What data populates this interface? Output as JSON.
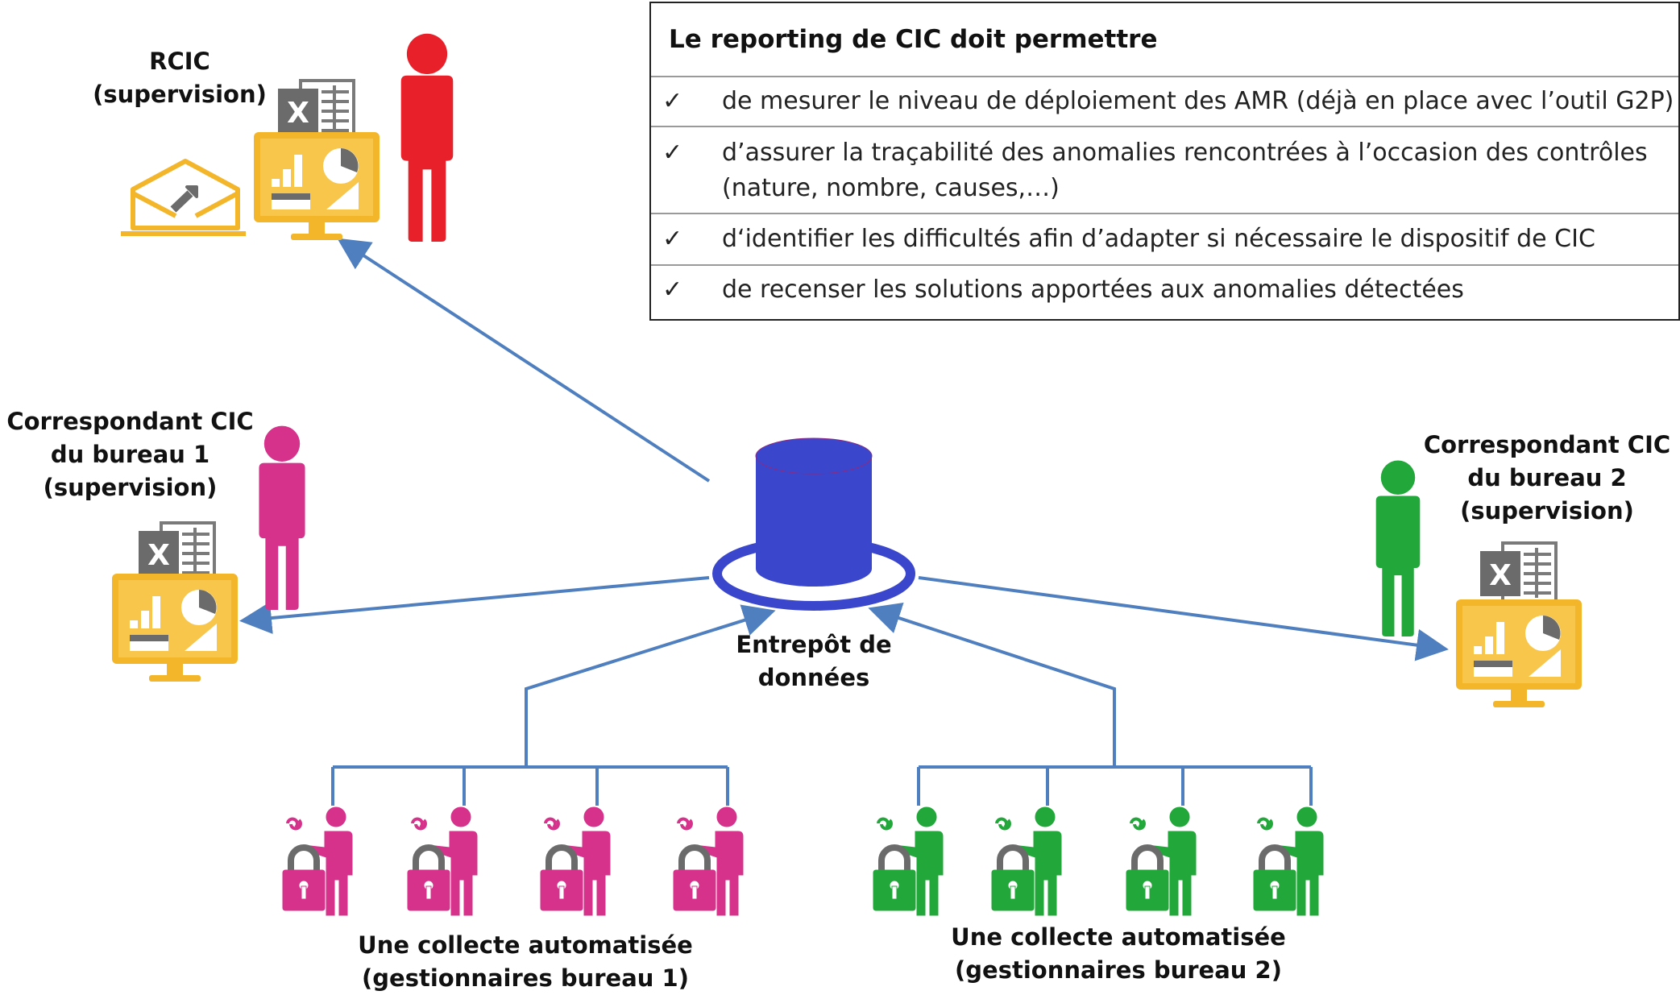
{
  "title_box": {
    "heading": "Le reporting de CIC doit permettre",
    "check_glyph": "✓",
    "items": [
      {
        "lines": [
          "de mesurer le niveau de déploiement des AMR (déjà en place avec l’outil G2P)"
        ]
      },
      {
        "lines": [
          "d’assurer la traçabilité des anomalies rencontrées à l’occasion des contrôles",
          "(nature, nombre, causes,…)"
        ]
      },
      {
        "lines": [
          "d‘identifier les difficultés  afin d’adapter si nécessaire le dispositif de CIC"
        ]
      },
      {
        "lines": [
          "de recenser les solutions apportées aux anomalies détectées"
        ]
      }
    ]
  },
  "rcic": {
    "line1": "RCIC",
    "line2": "(supervision)",
    "color": "#e8202a"
  },
  "corr1": {
    "line1": "Correspondant CIC",
    "line2": "du bureau 1",
    "line3": "(supervision)",
    "color": "#d6328c"
  },
  "corr2": {
    "line1": "Correspondant CIC",
    "line2": "du bureau 2",
    "line3": "(supervision)",
    "color": "#22a83a"
  },
  "warehouse": {
    "line1": "Entrepôt de",
    "line2": "données",
    "color": "#3a46cc"
  },
  "collect1": {
    "line1": "Une collecte automatisée",
    "line2": "(gestionnaires bureau 1)"
  },
  "collect2": {
    "line1": "Une collecte automatisée",
    "line2": "(gestionnaires bureau 2)"
  },
  "icons": {
    "excel_letter": "X",
    "monitor_color": "#f3b52a",
    "arrow_color": "#4f7fbf",
    "gray": "#6b6b6b"
  }
}
